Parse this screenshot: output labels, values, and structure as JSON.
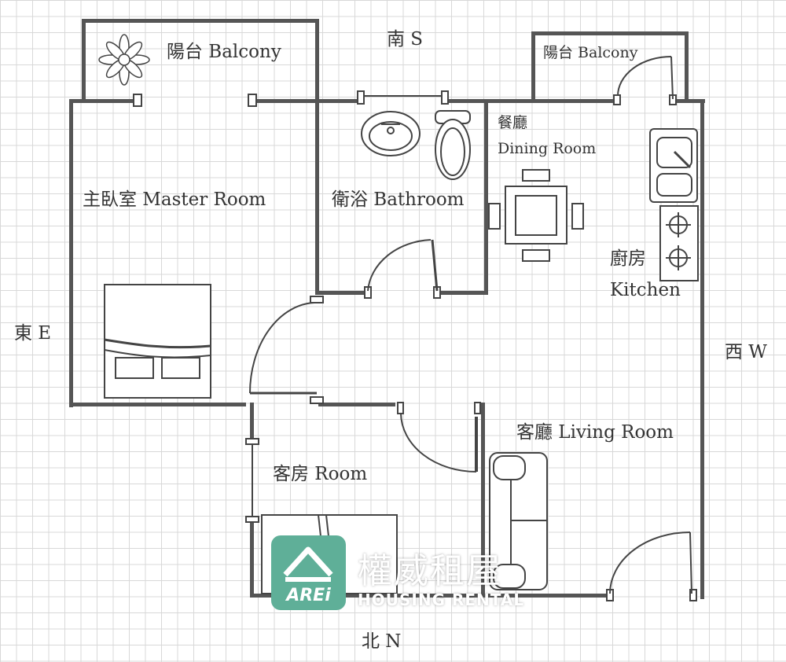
{
  "compass": {
    "south": "南 S",
    "north": "北 N",
    "east": "東 E",
    "west": "西 W"
  },
  "rooms": {
    "balcony_left": "陽台 Balcony",
    "balcony_right": "陽台 Balcony",
    "master_room": "主臥室 Master Room",
    "bathroom": "衛浴 Bathroom",
    "dining_cn": "餐廳",
    "dining_en": "Dining Room",
    "kitchen_cn": "廚房",
    "kitchen_en": "Kitchen",
    "living_room": "客廳 Living Room",
    "guest_room": "客房 Room"
  },
  "watermark": {
    "logo_text": "AREi",
    "brand_cn": "權威租屋",
    "brand_en": "HOUSING RENTAL"
  },
  "colors": {
    "wall": "#555555",
    "grid": "#d8d8d8",
    "logo": "#5faf98"
  }
}
